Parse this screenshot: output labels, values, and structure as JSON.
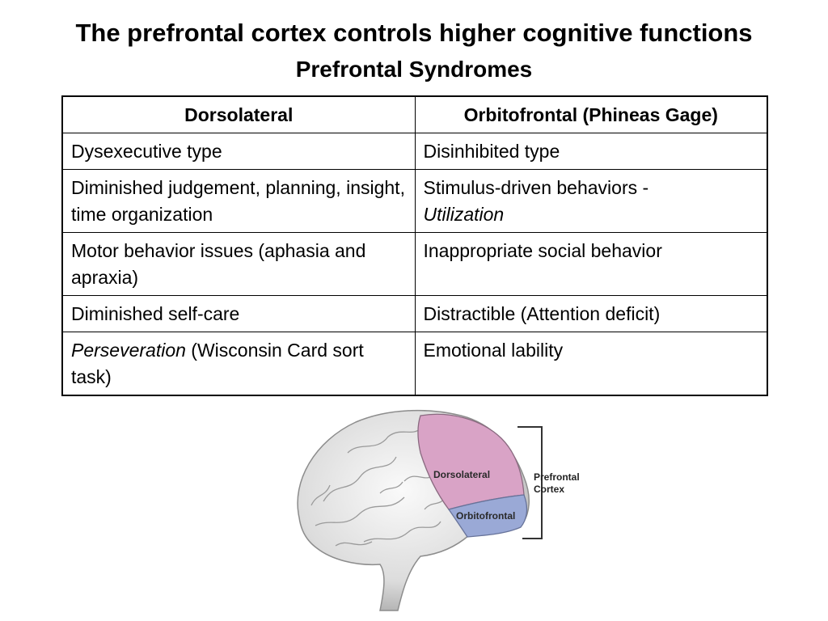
{
  "title": "The prefrontal cortex controls higher cognitive functions",
  "subtitle": "Prefrontal Syndromes",
  "table": {
    "headers": [
      "Dorsolateral",
      "Orbitofrontal (Phineas Gage)"
    ],
    "rows": [
      {
        "left": {
          "italic": "",
          "text": "Dysexecutive type"
        },
        "right": {
          "text": "Disinhibited type",
          "italic": ""
        }
      },
      {
        "left": {
          "italic": "",
          "text": "Diminished judgement, planning, insight, time organization"
        },
        "right": {
          "text": "Stimulus-driven behaviors - ",
          "italic": "Utilization"
        }
      },
      {
        "left": {
          "italic": "",
          "text": "Motor behavior issues (aphasia and apraxia)"
        },
        "right": {
          "text": "Inappropriate social behavior",
          "italic": ""
        }
      },
      {
        "left": {
          "italic": "",
          "text": "Diminished self-care"
        },
        "right": {
          "text": "Distractible (Attention deficit)",
          "italic": ""
        }
      },
      {
        "left": {
          "italic": "Perseveration",
          "text": " (Wisconsin Card sort task)"
        },
        "right": {
          "text": "Emotional lability",
          "italic": ""
        }
      }
    ]
  },
  "figure": {
    "region_dorsolateral": "Dorsolateral",
    "region_orbitofrontal": "Orbitofrontal",
    "bracket_label_line1": "Prefrontal",
    "bracket_label_line2": "Cortex",
    "colors": {
      "brain": "#e4e4e4",
      "dorsolateral": "#d9a3c6",
      "orbitofrontal": "#9aa9d6"
    }
  }
}
